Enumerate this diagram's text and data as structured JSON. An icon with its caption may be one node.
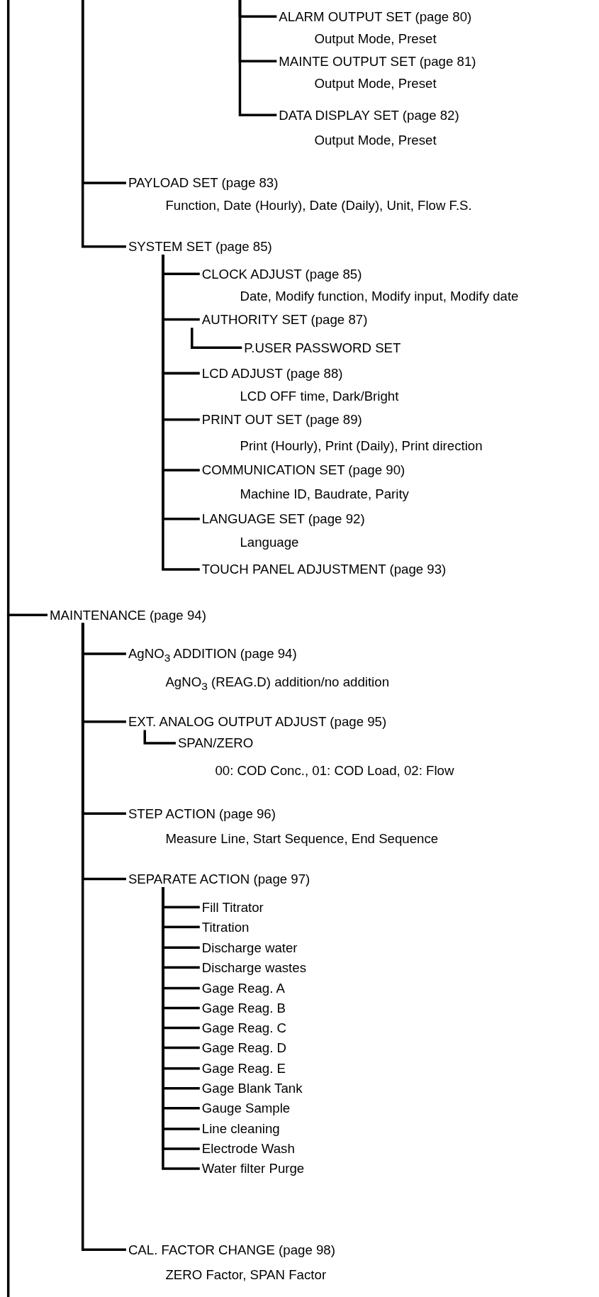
{
  "diagram": {
    "nodes": [
      {
        "text": [
          "ALARM OUTPUT SET (page 80)",
          "Output Mode, Preset"
        ]
      },
      {
        "text": [
          "MAINTE OUTPUT SET (page 81)",
          "Output Mode, Preset"
        ]
      },
      {
        "text": [
          "DATA DISPLAY SET (page 82)",
          "Output Mode, Preset"
        ]
      },
      {
        "text": [
          "PAYLOAD SET (page 83)",
          "Function, Date (Hourly), Date (Daily), Unit, Flow F.S."
        ]
      },
      {
        "text": [
          "SYSTEM SET (page 85)"
        ]
      },
      {
        "text": [
          "CLOCK ADJUST (page 85)",
          "Date, Modify function, Modify input, Modify date"
        ]
      },
      {
        "text": [
          "AUTHORITY SET (page 87)"
        ]
      },
      {
        "text": [
          "P.USER PASSWORD SET"
        ]
      },
      {
        "text": [
          "LCD ADJUST (page 88)",
          "LCD OFF time, Dark/Bright"
        ]
      },
      {
        "text": [
          "PRINT OUT SET (page 89)",
          "Print (Hourly), Print (Daily), Print direction"
        ]
      },
      {
        "text": [
          "COMMUNICATION SET (page 90)",
          "Machine ID, Baudrate, Parity"
        ]
      },
      {
        "text": [
          "LANGUAGE SET (page 92)",
          "Language"
        ]
      },
      {
        "text": [
          "TOUCH PANEL ADJUSTMENT (page 93)"
        ]
      },
      {
        "text": [
          "MAINTENANCE (page 94)"
        ]
      },
      {
        "text": [
          "AgNO$_{3}$ ADDITION (page 94)",
          "AgNO$_{3}$ (REAG.D) addition/no addition"
        ]
      },
      {
        "text": [
          "EXT. ANALOG OUTPUT ADJUST (page 95)"
        ]
      },
      {
        "text": [
          "SPAN/ZERO",
          "00: COD Conc., 01: COD Load, 02: Flow"
        ]
      },
      {
        "text": [
          "STEP ACTION (page 96)",
          "Measure Line, Start Sequence, End Sequence"
        ]
      },
      {
        "text": [
          "SEPARATE ACTION (page 97)"
        ]
      },
      {
        "text": [
          "Fill Titrator"
        ]
      },
      {
        "text": [
          "Titration"
        ]
      },
      {
        "text": [
          "Discharge water"
        ]
      },
      {
        "text": [
          "Discharge wastes"
        ]
      },
      {
        "text": [
          "Gage Reag. A"
        ]
      },
      {
        "text": [
          "Gage Reag. B"
        ]
      },
      {
        "text": [
          "Gage Reag. C"
        ]
      },
      {
        "text": [
          "Gage Reag. D"
        ]
      },
      {
        "text": [
          "Gage Reag. E"
        ]
      },
      {
        "text": [
          "Gage Blank Tank"
        ]
      },
      {
        "text": [
          "Gauge Sample"
        ]
      },
      {
        "text": [
          "Line cleaning"
        ]
      },
      {
        "text": [
          "Electrode Wash"
        ]
      },
      {
        "text": [
          "Water filter Purge"
        ]
      },
      {
        "text": [
          "CAL. FACTOR CHANGE (page 98)",
          "ZERO Factor, SPAN Factor"
        ]
      }
    ],
    "edges": [
      {
        "from": null,
        "to": 0,
        "arrow": "none"
      },
      {
        "from": null,
        "to": 1,
        "arrow": "none"
      },
      {
        "from": null,
        "to": 2,
        "arrow": "none"
      },
      {
        "from": null,
        "to": 3,
        "arrow": "none"
      },
      {
        "from": null,
        "to": 4,
        "arrow": "none"
      },
      {
        "from": 4,
        "to": 5,
        "arrow": "none"
      },
      {
        "from": 4,
        "to": 6,
        "arrow": "none"
      },
      {
        "from": 6,
        "to": 7,
        "arrow": "none"
      },
      {
        "from": 4,
        "to": 8,
        "arrow": "none"
      },
      {
        "from": 4,
        "to": 9,
        "arrow": "none"
      },
      {
        "from": 4,
        "to": 10,
        "arrow": "none"
      },
      {
        "from": 4,
        "to": 11,
        "arrow": "none"
      },
      {
        "from": 4,
        "to": 12,
        "arrow": "none"
      },
      {
        "from": null,
        "to": 13,
        "arrow": "none"
      },
      {
        "from": 13,
        "to": 14,
        "arrow": "none"
      },
      {
        "from": 13,
        "to": 15,
        "arrow": "none"
      },
      {
        "from": 15,
        "to": 16,
        "arrow": "none"
      },
      {
        "from": 13,
        "to": 17,
        "arrow": "none"
      },
      {
        "from": 13,
        "to": 18,
        "arrow": "none"
      },
      {
        "from": 18,
        "to": 19,
        "arrow": "none"
      },
      {
        "from": 18,
        "to": 20,
        "arrow": "none"
      },
      {
        "from": 18,
        "to": 21,
        "arrow": "none"
      },
      {
        "from": 18,
        "to": 22,
        "arrow": "none"
      },
      {
        "from": 18,
        "to": 23,
        "arrow": "none"
      },
      {
        "from": 18,
        "to": 24,
        "arrow": "none"
      },
      {
        "from": 18,
        "to": 25,
        "arrow": "none"
      },
      {
        "from": 18,
        "to": 26,
        "arrow": "none"
      },
      {
        "from": 18,
        "to": 27,
        "arrow": "none"
      },
      {
        "from": 18,
        "to": 28,
        "arrow": "none"
      },
      {
        "from": 18,
        "to": 29,
        "arrow": "none"
      },
      {
        "from": 18,
        "to": 30,
        "arrow": "none"
      },
      {
        "from": 18,
        "to": 31,
        "arrow": "none"
      },
      {
        "from": 18,
        "to": 32,
        "arrow": "none"
      },
      {
        "from": 13,
        "to": 33,
        "arrow": "none"
      }
    ]
  }
}
